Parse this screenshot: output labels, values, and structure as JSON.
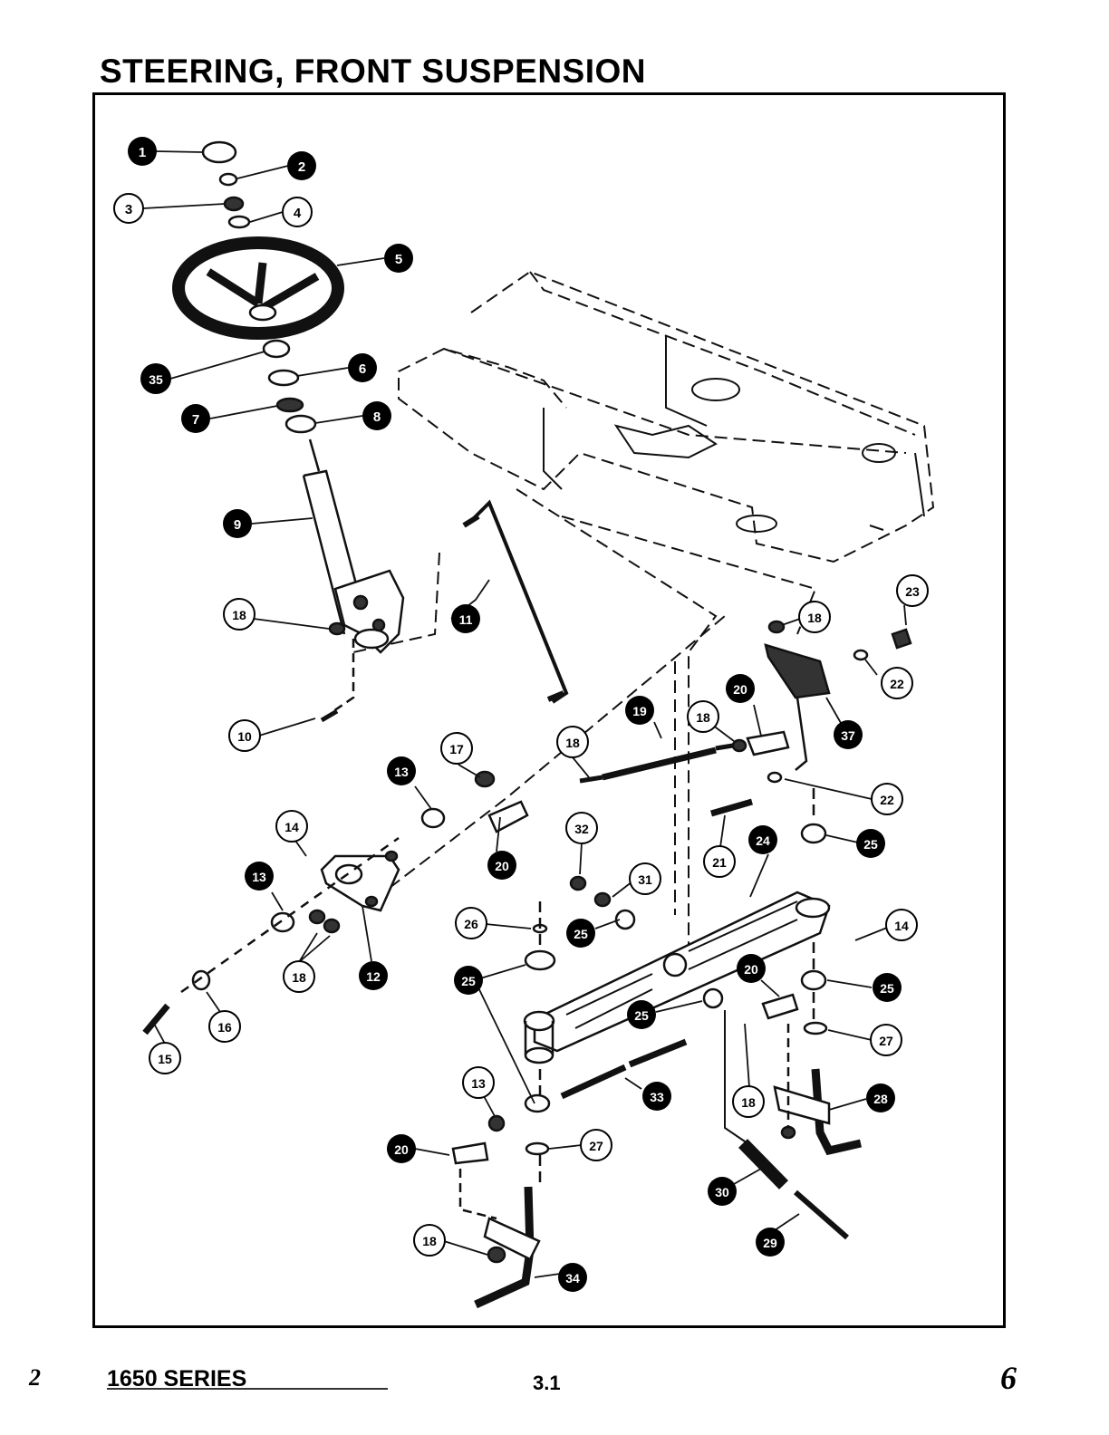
{
  "page": {
    "title": "STEERING, FRONT SUSPENSION",
    "series": "1650 SERIES",
    "page_number": "3.1",
    "handwritten_left": "2",
    "handwritten_right": "6"
  },
  "callouts": [
    {
      "label": "1",
      "style": "filled"
    },
    {
      "label": "2",
      "style": "filled"
    },
    {
      "label": "3",
      "style": "outline"
    },
    {
      "label": "4",
      "style": "outline"
    },
    {
      "label": "5",
      "style": "filled"
    },
    {
      "label": "35",
      "style": "filled"
    },
    {
      "label": "6",
      "style": "filled"
    },
    {
      "label": "7",
      "style": "filled"
    },
    {
      "label": "8",
      "style": "filled"
    },
    {
      "label": "9",
      "style": "filled"
    },
    {
      "label": "18",
      "style": "outline"
    },
    {
      "label": "11",
      "style": "filled"
    },
    {
      "label": "10",
      "style": "outline"
    },
    {
      "label": "17",
      "style": "outline"
    },
    {
      "label": "13",
      "style": "filled"
    },
    {
      "label": "18",
      "style": "outline"
    },
    {
      "label": "19",
      "style": "filled"
    },
    {
      "label": "18",
      "style": "outline"
    },
    {
      "label": "20",
      "style": "filled"
    },
    {
      "label": "18",
      "style": "outline"
    },
    {
      "label": "23",
      "style": "outline"
    },
    {
      "label": "22",
      "style": "outline"
    },
    {
      "label": "37",
      "style": "filled"
    },
    {
      "label": "22",
      "style": "outline"
    },
    {
      "label": "14",
      "style": "outline"
    },
    {
      "label": "13",
      "style": "filled"
    },
    {
      "label": "20",
      "style": "filled"
    },
    {
      "label": "32",
      "style": "outline"
    },
    {
      "label": "31",
      "style": "outline"
    },
    {
      "label": "21",
      "style": "outline"
    },
    {
      "label": "24",
      "style": "filled"
    },
    {
      "label": "25",
      "style": "filled"
    },
    {
      "label": "26",
      "style": "outline"
    },
    {
      "label": "25",
      "style": "filled"
    },
    {
      "label": "14",
      "style": "outline"
    },
    {
      "label": "18",
      "style": "outline"
    },
    {
      "label": "12",
      "style": "filled"
    },
    {
      "label": "25",
      "style": "filled"
    },
    {
      "label": "20",
      "style": "filled"
    },
    {
      "label": "25",
      "style": "filled"
    },
    {
      "label": "16",
      "style": "outline"
    },
    {
      "label": "25",
      "style": "filled"
    },
    {
      "label": "27",
      "style": "outline"
    },
    {
      "label": "15",
      "style": "outline"
    },
    {
      "label": "13",
      "style": "outline"
    },
    {
      "label": "33",
      "style": "filled"
    },
    {
      "label": "18",
      "style": "outline"
    },
    {
      "label": "28",
      "style": "filled"
    },
    {
      "label": "20",
      "style": "filled"
    },
    {
      "label": "27",
      "style": "outline"
    },
    {
      "label": "30",
      "style": "filled"
    },
    {
      "label": "18",
      "style": "outline"
    },
    {
      "label": "29",
      "style": "filled"
    },
    {
      "label": "34",
      "style": "filled"
    }
  ]
}
